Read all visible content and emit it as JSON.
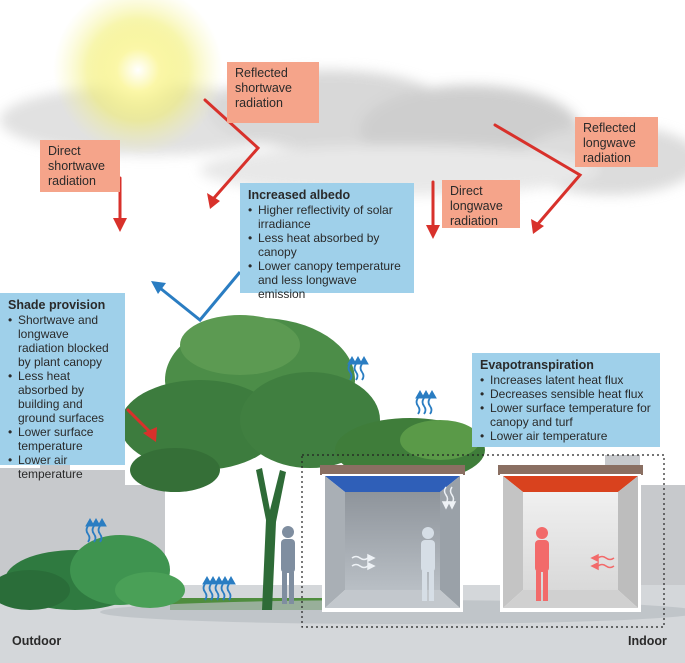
{
  "labels": {
    "reflected_shortwave": "Reflected\nshortwave\nradiation",
    "direct_shortwave": "Direct\nshortwave\nradiation",
    "reflected_longwave": "Reflected\nlongwave\nradiation",
    "direct_longwave": "Direct\nlongwave\nradiation"
  },
  "boxes": {
    "albedo": {
      "title": "Increased albedo",
      "items": [
        "Higher reflectivity of solar irradiance",
        "Less heat absorbed by canopy",
        "Lower canopy temperature and less longwave emission"
      ]
    },
    "shade": {
      "title": "Shade provision",
      "items": [
        "Shortwave and longwave radiation blocked by plant canopy",
        "Less heat absorbed by building and ground surfaces",
        "Lower surface temperature",
        "Lower air temperature"
      ]
    },
    "evapo": {
      "title": "Evapotranspiration",
      "items": [
        "Increases latent heat flux",
        "Decreases sensible heat flux",
        "Lower surface temperature for canopy and turf",
        "Lower air temperature"
      ]
    }
  },
  "corners": {
    "outdoor": "Outdoor",
    "indoor": "Indoor"
  },
  "colors": {
    "arrow_red": "#d8312b",
    "arrow_blue": "#2a7dc2",
    "label_salmon": "#f5a48a",
    "box_blue": "#9fd0ea",
    "tree_green": "#3b7d45",
    "cool_room_ceiling": "#2f5fb8",
    "hot_room_ceiling": "#d9421e",
    "cool_person": "#c9d4de",
    "hot_person": "#f26a6a"
  }
}
